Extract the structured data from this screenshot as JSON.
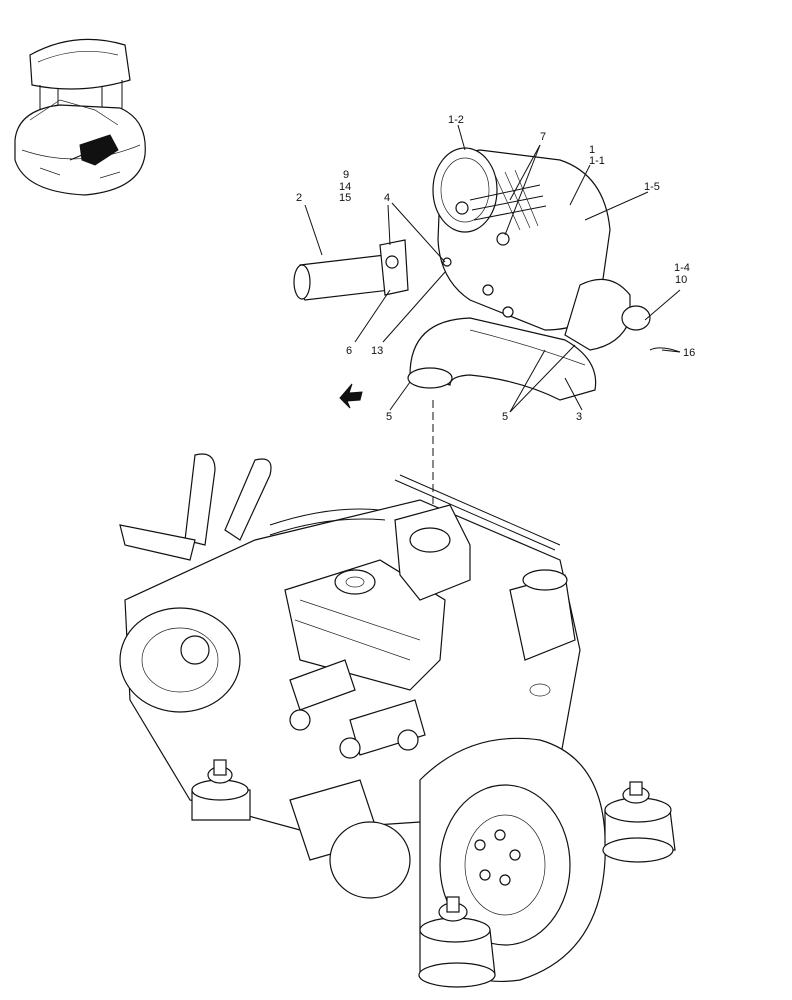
{
  "callouts": {
    "c1_2": "1-2",
    "c7": "7",
    "c1": "1",
    "c1_1": "1-1",
    "c1_5": "1-5",
    "c9": "9",
    "c14": "14",
    "c15": "15",
    "c2": "2",
    "c4": "4",
    "c1_4": "1-4",
    "c10": "10",
    "c6": "6",
    "c13": "13",
    "c16": "16",
    "c5a": "5",
    "c5b": "5",
    "c3": "3"
  },
  "icons": {
    "direction_arrow": "direction-arrow-icon",
    "locator": "machine-locator-thumbnail"
  }
}
